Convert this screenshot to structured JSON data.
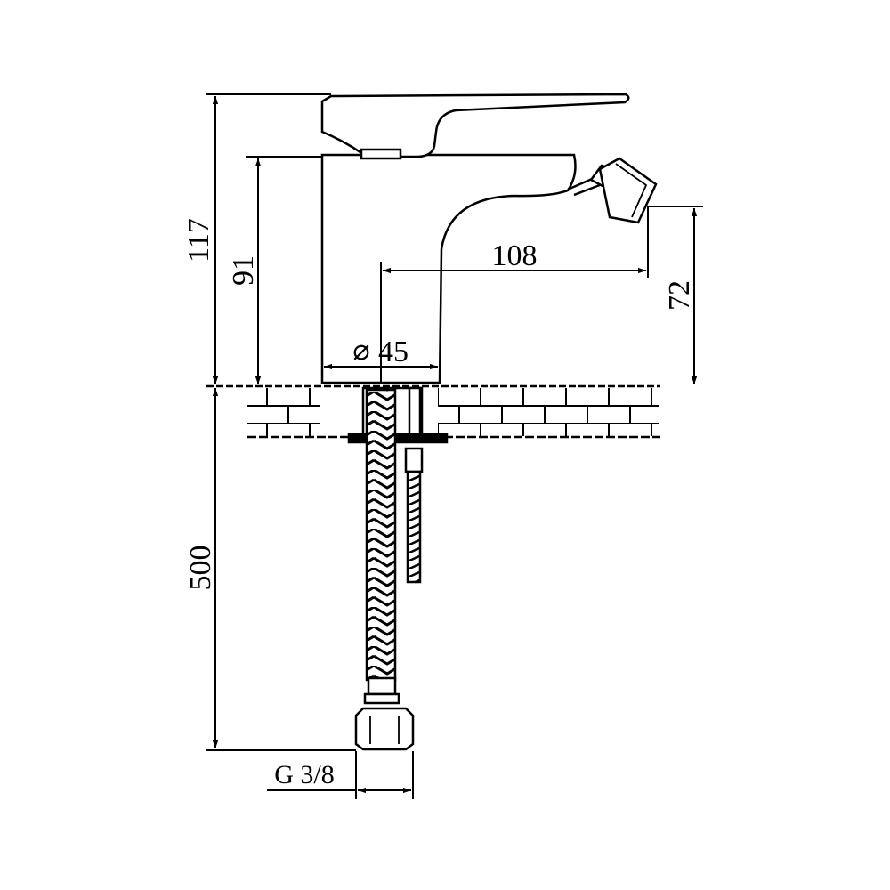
{
  "dimensions": {
    "total_height": "117",
    "body_height": "91",
    "spout_reach": "108",
    "spout_height": "72",
    "base_diameter_symbol": "⌀",
    "base_diameter": "45",
    "hose_length": "500",
    "connection_thread": "G 3/8"
  },
  "colors": {
    "line": "#000000",
    "background": "#ffffff"
  }
}
